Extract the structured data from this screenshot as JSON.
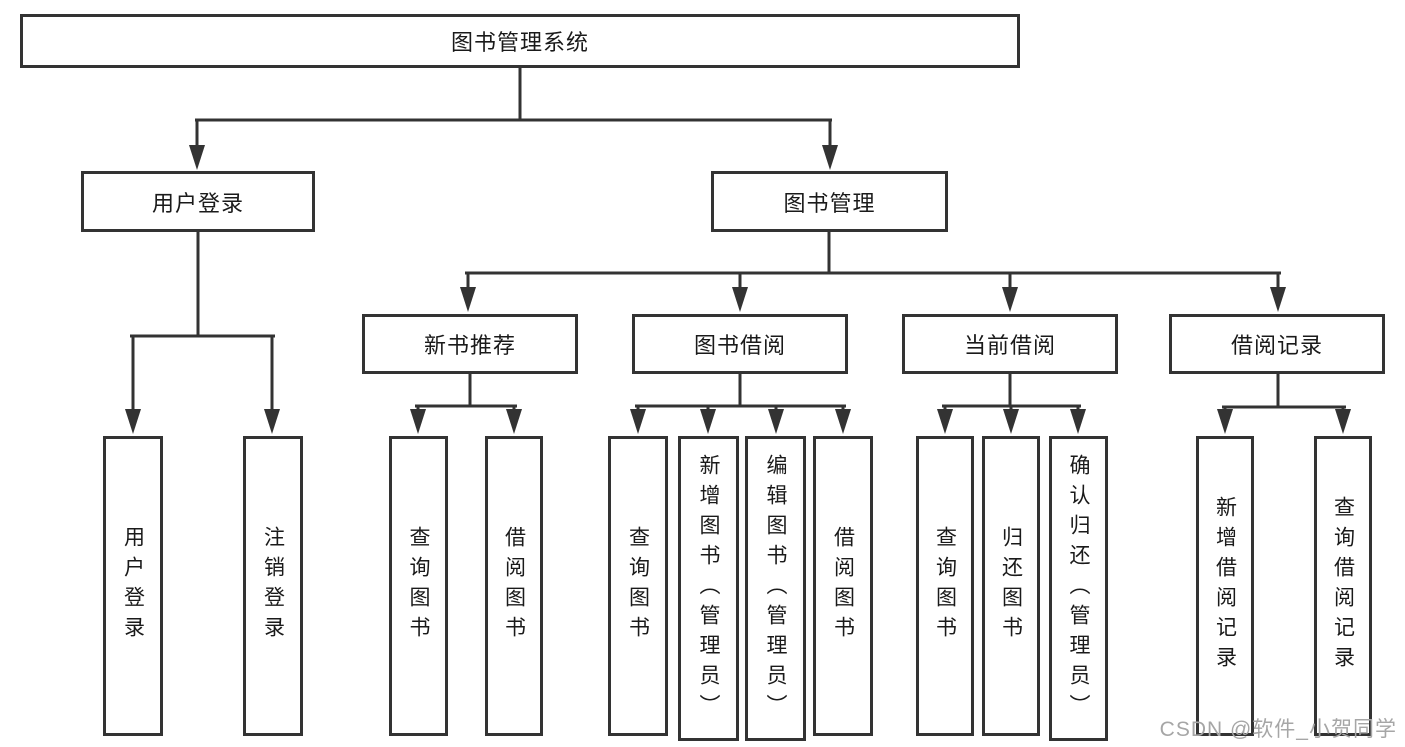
{
  "tree": {
    "label": "图书管理系统",
    "children": [
      {
        "label": "用户登录",
        "children": [
          {
            "label": "用户登录"
          },
          {
            "label": "注销登录"
          }
        ]
      },
      {
        "label": "图书管理",
        "children": [
          {
            "label": "新书推荐",
            "children": [
              {
                "label": "查询图书"
              },
              {
                "label": "借阅图书"
              }
            ]
          },
          {
            "label": "图书借阅",
            "children": [
              {
                "label": "查询图书"
              },
              {
                "label": "新增图书（管理员）"
              },
              {
                "label": "编辑图书（管理员）"
              },
              {
                "label": "借阅图书"
              }
            ]
          },
          {
            "label": "当前借阅",
            "children": [
              {
                "label": "查询图书"
              },
              {
                "label": "归还图书"
              },
              {
                "label": "确认归还（管理员）"
              }
            ]
          },
          {
            "label": "借阅记录",
            "children": [
              {
                "label": "新增借阅记录"
              },
              {
                "label": "查询借阅记录"
              }
            ]
          }
        ]
      }
    ]
  },
  "watermark": "CSDN @软件_小贺同学",
  "colors": {
    "line": "#333333",
    "text": "#1a1a1a",
    "background": "#ffffff",
    "watermark": "#a6a6a6"
  }
}
